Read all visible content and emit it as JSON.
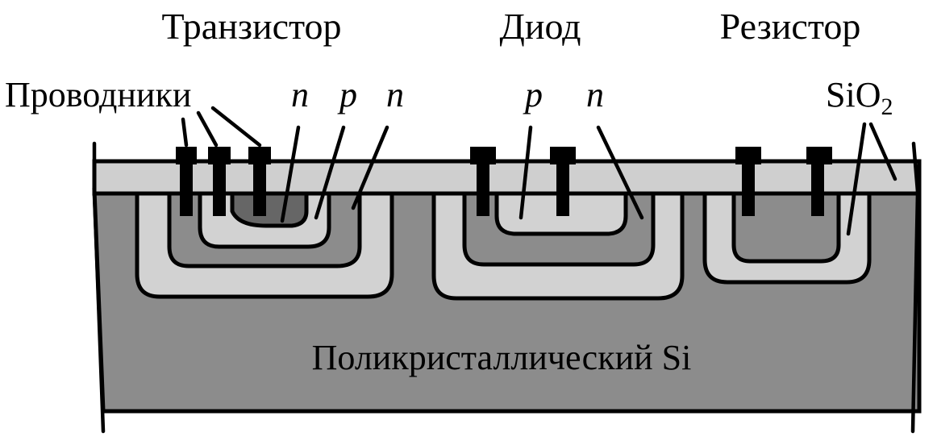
{
  "titles": {
    "transistor": "Транзистор",
    "diode": "Диод",
    "resistor": "Резистор"
  },
  "labels": {
    "conductors": "Проводники",
    "t_n1": "n",
    "t_p": "p",
    "t_n2": "n",
    "d_p": "p",
    "d_n": "n",
    "sio2_main": "SiO",
    "sio2_sub": "2",
    "substrate": "Поликристаллический Si"
  },
  "colors": {
    "oxide": "#cfcfcf",
    "substrate": "#8c8c8c",
    "light_region": "#d2d2d2",
    "mid_region": "#8c8c8c",
    "dark_region": "#666666",
    "contact": "#000000"
  }
}
